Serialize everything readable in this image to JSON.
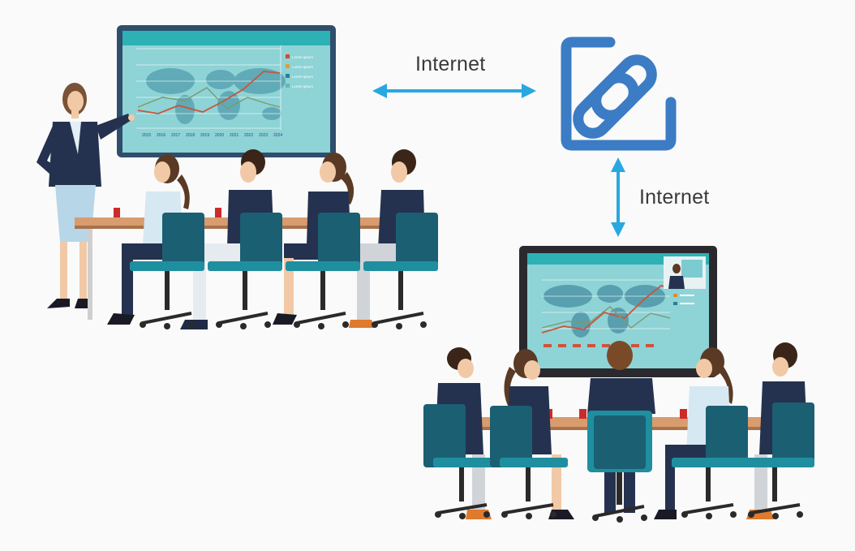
{
  "diagram": {
    "connections": [
      {
        "label": "Internet"
      },
      {
        "label": "Internet"
      }
    ],
    "link_icon": "chain-link-icon",
    "chart_years": [
      "2015",
      "2016",
      "2017",
      "2018",
      "2019",
      "2020",
      "2021",
      "2022",
      "2023",
      "2024"
    ],
    "legend_entries": [
      "Lorem ipsum",
      "Lorem ipsum",
      "Lorem ipsum",
      "Lorem ipsum"
    ]
  },
  "colors": {
    "arrow": "#29a8e0",
    "icon": "#3b7cc4",
    "screen": "#8ed3d6",
    "screen_header": "#2db1b5",
    "frame_top": "#2f4e6b",
    "frame_bottom": "#2a2a2e",
    "chair": "#1f8fa0",
    "chair_dark": "#1b5f73",
    "suit": "#25324f",
    "table": "#d89c6e"
  }
}
